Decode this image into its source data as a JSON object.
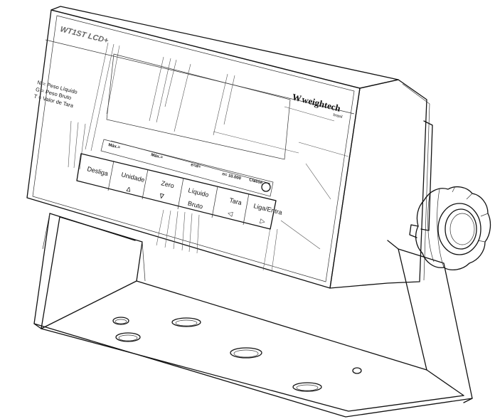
{
  "device": {
    "model_label": "WT1ST LCD+",
    "brand": {
      "name": "weightech",
      "logo_icon": "w-monogram-logo",
      "sub": "brasil"
    },
    "legend": [
      "N = Peso Líquido",
      "G = Peso Bruto",
      "T = Valor de Tara"
    ],
    "info_strip": {
      "max_1": "Máx.=",
      "max_2": "Máx.=",
      "e_d": "e=d=",
      "n": "n= 10.000",
      "classe": "Classe"
    },
    "buttons": [
      {
        "label": "Desliga",
        "symbol": ""
      },
      {
        "label": "Unidade",
        "symbol": "Δ"
      },
      {
        "label": "Zero",
        "symbol": "∇"
      },
      {
        "label": "Líquido",
        "symbol": "Bruto"
      },
      {
        "label": "Tara",
        "symbol": "◁"
      },
      {
        "label": "Liga/Entra",
        "symbol": "▷"
      }
    ],
    "icons": {
      "knob": "mounting-knob-icon",
      "bracket": "mounting-bracket",
      "holes": "mounting-hole-icon"
    }
  }
}
